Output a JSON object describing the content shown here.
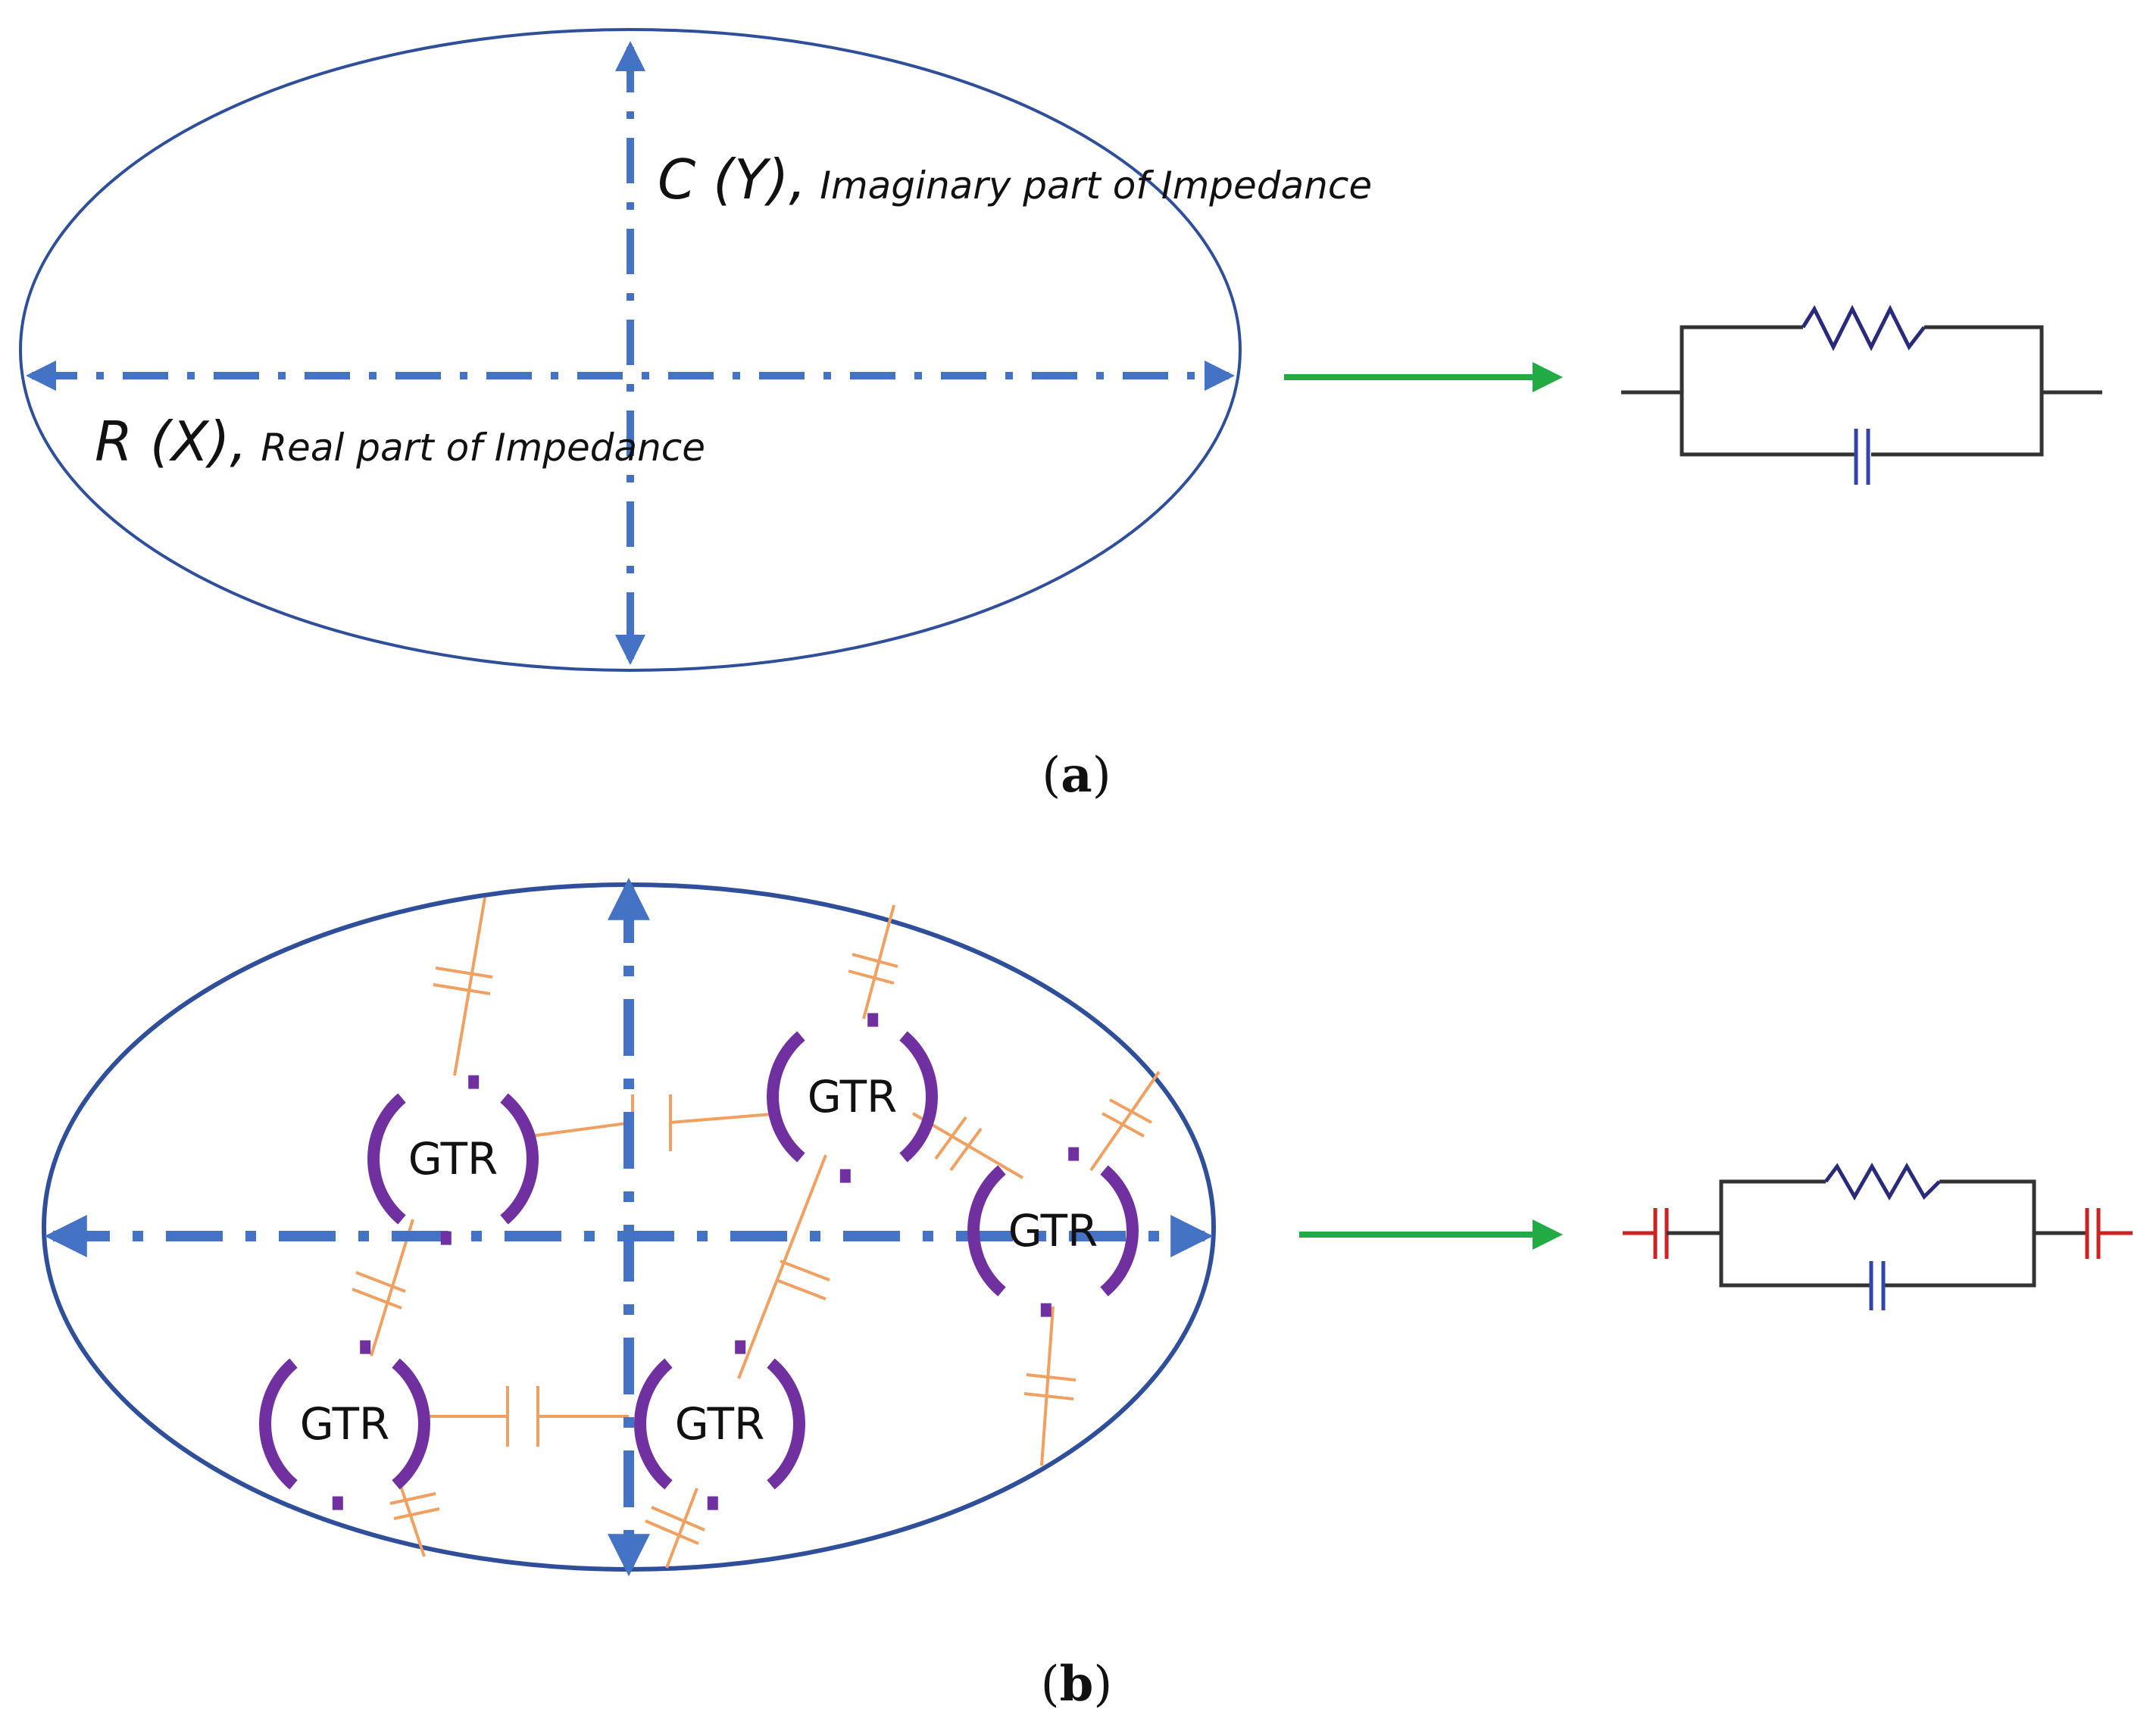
{
  "panel_a": {
    "caption_open": "(",
    "caption_letter": "a",
    "caption_close": ")",
    "y_axis_label_main": "C (Y),",
    "y_axis_label_sub": "Imaginary part of Impedance",
    "x_axis_label_main": "R (X),",
    "x_axis_label_sub": "Real part of Impedance"
  },
  "panel_b": {
    "caption_open": "(",
    "caption_letter": "b",
    "caption_close": ")",
    "particles": [
      {
        "label": "GTR"
      },
      {
        "label": "GTR"
      },
      {
        "label": "GTR"
      },
      {
        "label": "GTR"
      },
      {
        "label": "GTR"
      }
    ]
  },
  "colors": {
    "ellipse": "#2f4f9a",
    "axis": "#4472c4",
    "green_arrow": "#22aa44",
    "resistor": "#2a2a7a",
    "wire": "#333333",
    "capacitor_orange": "#f0a060",
    "capacitor_blue": "#3344aa",
    "capacitor_red": "#cc2222",
    "gtr_arc": "#7030a0"
  },
  "icons": [
    "resistor-icon",
    "capacitor-icon",
    "arrow-icon"
  ]
}
